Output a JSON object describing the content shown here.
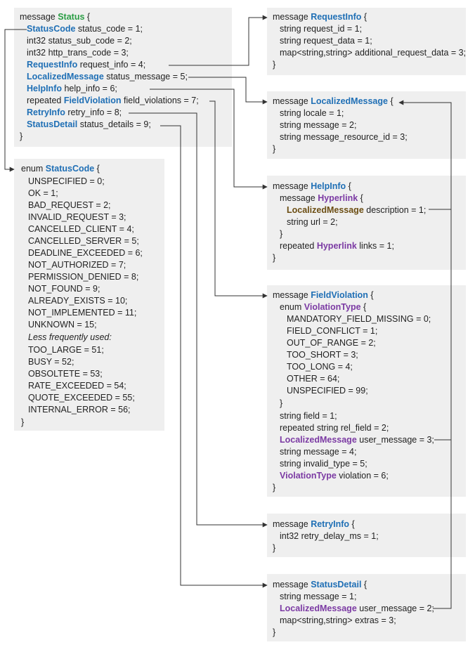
{
  "status": {
    "open_prefix": "message ",
    "name": "Status",
    "open_brace": " {",
    "f1_type": "StatusCode",
    "f1_rest": " status_code = 1;",
    "f2": "int32 status_sub_code = 2;",
    "f3": "int32 http_trans_code = 3;",
    "f4_type": "RequestInfo",
    "f4_rest": " request_info = 4;",
    "f5_type": "LocalizedMessage",
    "f5_rest": " status_message = 5;",
    "f6_type": "HelpInfo",
    "f6_rest": " help_info = 6;",
    "f7_pre": "repeated ",
    "f7_type": "FieldViolation",
    "f7_rest": " field_violations = 7;",
    "f8_type": "RetryInfo",
    "f8_rest": " retry_info = 8;",
    "f9_type": "StatusDetail",
    "f9_rest": " status_details = 9;",
    "close": "}"
  },
  "status_code": {
    "open_prefix": "enum ",
    "name": "StatusCode",
    "open_brace": " {",
    "values": [
      "UNSPECIFIED = 0;",
      "OK = 1;",
      "BAD_REQUEST = 2;",
      "INVALID_REQUEST = 3;",
      "CANCELLED_CLIENT = 4;",
      "CANCELLED_SERVER = 5;",
      "DEADLINE_EXCEEDED = 6;",
      "NOT_AUTHORIZED = 7;",
      "PERMISSION_DENIED = 8;",
      "NOT_FOUND = 9;",
      "ALREADY_EXISTS = 10;",
      "NOT_IMPLEMENTED = 11;",
      "UNKNOWN = 15;"
    ],
    "less_used_label": "Less frequently used:",
    "less_values": [
      "TOO_LARGE = 51;",
      "BUSY = 52;",
      "OBSOLTETE = 53;",
      "RATE_EXCEEDED = 54;",
      "QUOTE_EXCEEDED = 55;",
      "INTERNAL_ERROR = 56;"
    ],
    "close": "}"
  },
  "request_info": {
    "open_prefix": "message ",
    "name": "RequestInfo",
    "open_brace": " {",
    "f1": "string request_id = 1;",
    "f2": "string request_data = 1;",
    "f3": "map<string,string> additional_request_data = 3;",
    "close": "}"
  },
  "localized_message": {
    "open_prefix": "message ",
    "name": "LocalizedMessage",
    "open_brace": " {",
    "f1": "string locale = 1;",
    "f2": "string message = 2;",
    "f3": "string message_resource_id = 3;",
    "close": "}"
  },
  "help_info": {
    "open_prefix": "message ",
    "name": "HelpInfo",
    "open_brace": " {",
    "inner_prefix": "message ",
    "inner_name": "Hyperlink",
    "inner_brace": " {",
    "inner_f1_type": "LocalizedMessage",
    "inner_f1_rest": " description = 1;",
    "inner_f2": "string url = 2;",
    "inner_close": "}",
    "f_pre": "repeated ",
    "f_type": "Hyperlink",
    "f_rest": " links = 1;",
    "close": "}"
  },
  "field_violation": {
    "open_prefix": "message ",
    "name": "FieldViolation",
    "open_brace": " {",
    "enum_prefix": "enum ",
    "enum_name": "ViolationType",
    "enum_brace": " {",
    "enum_values": [
      "MANDATORY_FIELD_MISSING = 0;",
      "FIELD_CONFLICT = 1;",
      "OUT_OF_RANGE = 2;",
      "TOO_SHORT = 3;",
      "TOO_LONG = 4;",
      "OTHER = 64;",
      "UNSPECIFIED = 99;"
    ],
    "enum_close": "}",
    "f1": "string field = 1;",
    "f2": "repeated string rel_field = 2;",
    "f3_type": "LocalizedMessage",
    "f3_rest": " user_message = 3;",
    "f4": "string message = 4;",
    "f5": "string invalid_type = 5;",
    "f6_type": "ViolationType",
    "f6_rest": " violation = 6;",
    "close": "}"
  },
  "retry_info": {
    "open_prefix": "message ",
    "name": "RetryInfo",
    "open_brace": " {",
    "f1": "int32 retry_delay_ms = 1;",
    "close": "}"
  },
  "status_detail": {
    "open_prefix": "message ",
    "name": "StatusDetail",
    "open_brace": " {",
    "f1": "string message = 1;",
    "f2_type": "LocalizedMessage",
    "f2_rest": " user_message = 2;",
    "f3": "map<string,string> extras = 3;",
    "close": "}"
  },
  "colors": {
    "box_bg": "#efefef",
    "wire": "#333333",
    "green": "#2a9d44",
    "blue": "#1f6fb5",
    "purple": "#7b3aa3",
    "brown": "#6b4d12"
  }
}
